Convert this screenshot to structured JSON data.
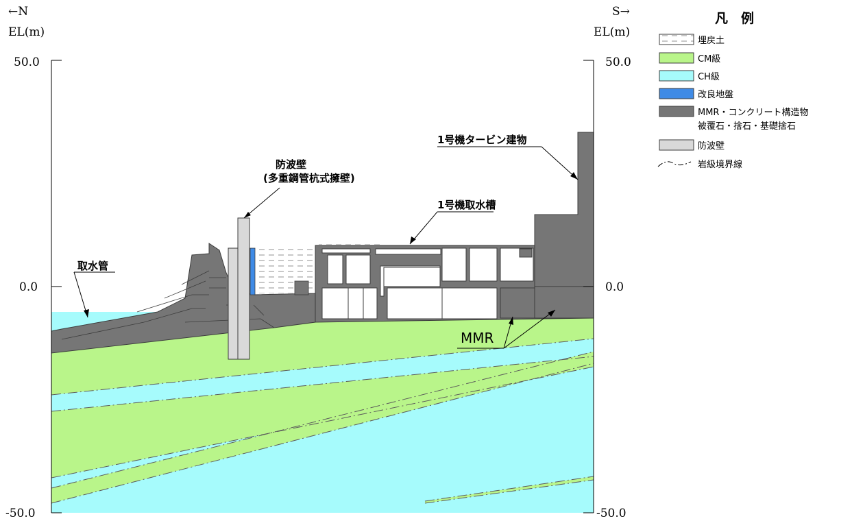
{
  "axes": {
    "left_direction": "←N",
    "right_direction": "S→",
    "left_unit": "EL(m)",
    "right_unit": "EL(m)",
    "ticks": [
      "50.0",
      "0.0",
      "-50.0"
    ]
  },
  "legend": {
    "title": "凡　例",
    "items": [
      {
        "label": "埋戻土",
        "pattern": "dashed",
        "color": "#ffffff"
      },
      {
        "label": "CM級",
        "color": "#b9f58a"
      },
      {
        "label": "CH級",
        "color": "#a6fbfc"
      },
      {
        "label": "改良地盤",
        "color": "#3f8be6"
      },
      {
        "label": "MMR・コンクリート構造物",
        "label2": "被覆石・捨石・基礎捨石",
        "color": "#767676"
      },
      {
        "label": "防波壁",
        "color": "#d9d9d9"
      },
      {
        "label": "岩級境界線",
        "pattern": "dash-dot"
      }
    ]
  },
  "annotations": {
    "breakwater_title": "防波壁",
    "breakwater_sub": "(多重鋼管杭式擁壁)",
    "turbine_building": "1号機タービン建物",
    "intake_tank": "1号機取水槽",
    "intake_pipe": "取水管",
    "mmr": "MMR"
  },
  "colors": {
    "backfill": "#ffffff",
    "cm_class": "#b9f58a",
    "ch_class": "#a6fbfc",
    "improved_ground": "#3f8be6",
    "concrete": "#767676",
    "breakwater": "#d9d9d9",
    "structure_line": "#3c3c3c"
  }
}
